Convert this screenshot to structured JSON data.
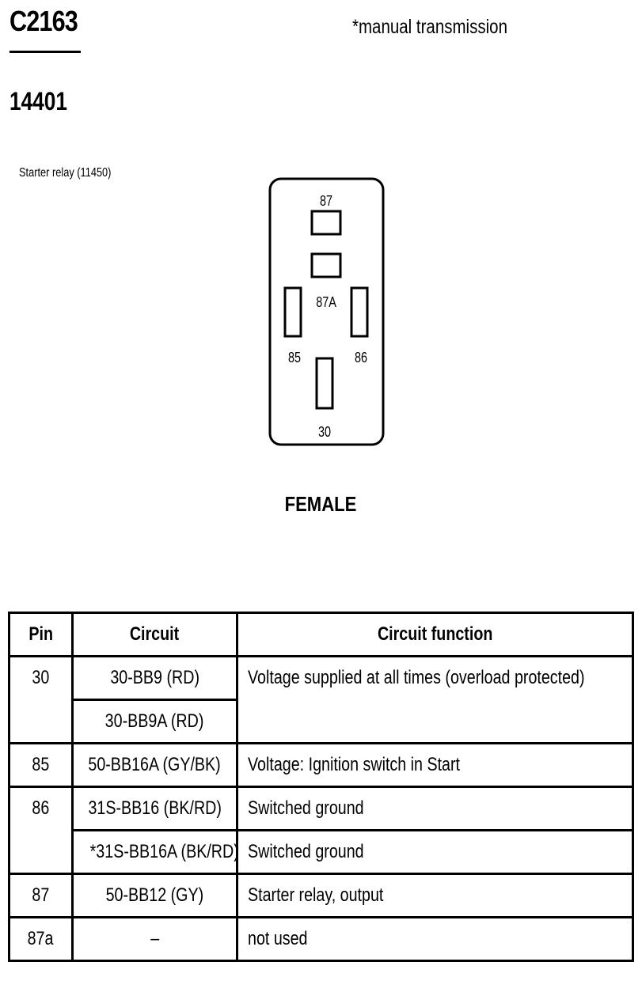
{
  "connector": {
    "id": "C2163",
    "part_number": "14401",
    "note": "*manual transmission"
  },
  "caption": "Starter relay (11450)",
  "face": {
    "pins": [
      "87",
      "87A",
      "85",
      "86",
      "30"
    ],
    "gender": "FEMALE"
  },
  "table": {
    "headers": [
      "Pin",
      "Circuit",
      "Circuit function"
    ],
    "rows": [
      {
        "pin": "30",
        "circuits": [
          "30-BB9 (RD)",
          "30-BB9A (RD)"
        ],
        "functions": [
          "Voltage supplied at all times (overload protected)"
        ]
      },
      {
        "pin": "85",
        "circuits": [
          "50-BB16A (GY/BK)"
        ],
        "functions": [
          "Voltage: Ignition switch in Start"
        ]
      },
      {
        "pin": "86",
        "circuits": [
          "31S-BB16 (BK/RD)",
          "*31S-BB16A (BK/RD)"
        ],
        "functions": [
          "Switched ground",
          "Switched ground"
        ]
      },
      {
        "pin": "87",
        "circuits": [
          "50-BB12 (GY)"
        ],
        "functions": [
          "Starter relay, output"
        ]
      },
      {
        "pin": "87a",
        "circuits": [
          "–"
        ],
        "functions": [
          "not used"
        ]
      }
    ]
  }
}
